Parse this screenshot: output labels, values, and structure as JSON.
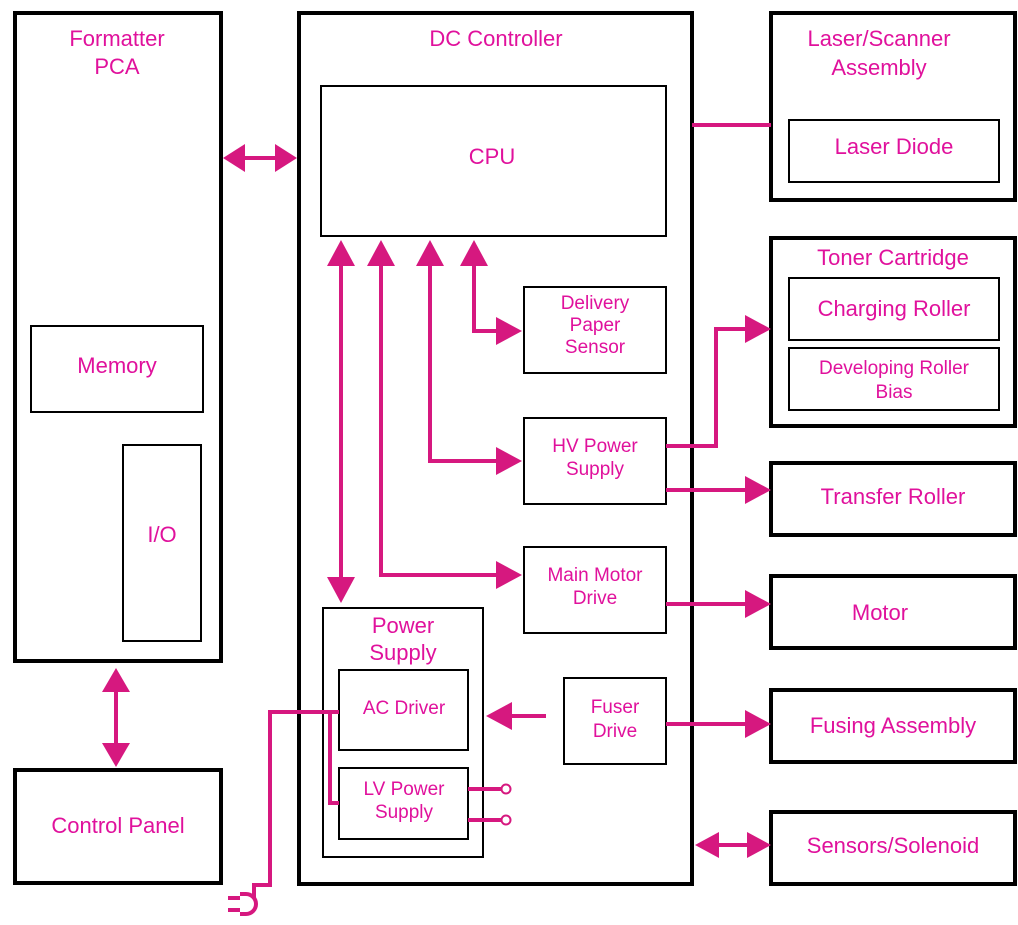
{
  "colors": {
    "label": "#e0119c",
    "connector": "#d6187f",
    "border": "#000000"
  },
  "blocks": {
    "formatter": {
      "title_line1": "Formatter",
      "title_line2": "PCA",
      "memory": "Memory",
      "io": "I/O"
    },
    "control_panel": "Control Panel",
    "dc_controller": {
      "title": "DC Controller",
      "cpu": "CPU",
      "delivery_sensor": [
        "Delivery",
        "Paper",
        "Sensor"
      ],
      "hv_power_supply": [
        "HV Power",
        "Supply"
      ],
      "main_motor_drive": [
        "Main Motor",
        "Drive"
      ],
      "power_supply": {
        "title": [
          "Power",
          "Supply"
        ],
        "ac_driver": "AC Driver",
        "lv_power_supply": [
          "LV Power",
          "Supply"
        ]
      },
      "fuser_drive": [
        "Fuser",
        "Drive"
      ]
    },
    "laser_scanner": {
      "title": [
        "Laser/Scanner",
        "Assembly"
      ],
      "laser_diode": "Laser Diode"
    },
    "toner_cartridge": {
      "title": "Toner Cartridge",
      "charging_roller": "Charging Roller",
      "developing_roller_bias": [
        "Developing Roller",
        "Bias"
      ]
    },
    "transfer_roller": "Transfer Roller",
    "motor": "Motor",
    "fusing_assembly": "Fusing Assembly",
    "sensors_solenoid": "Sensors/Solenoid"
  }
}
